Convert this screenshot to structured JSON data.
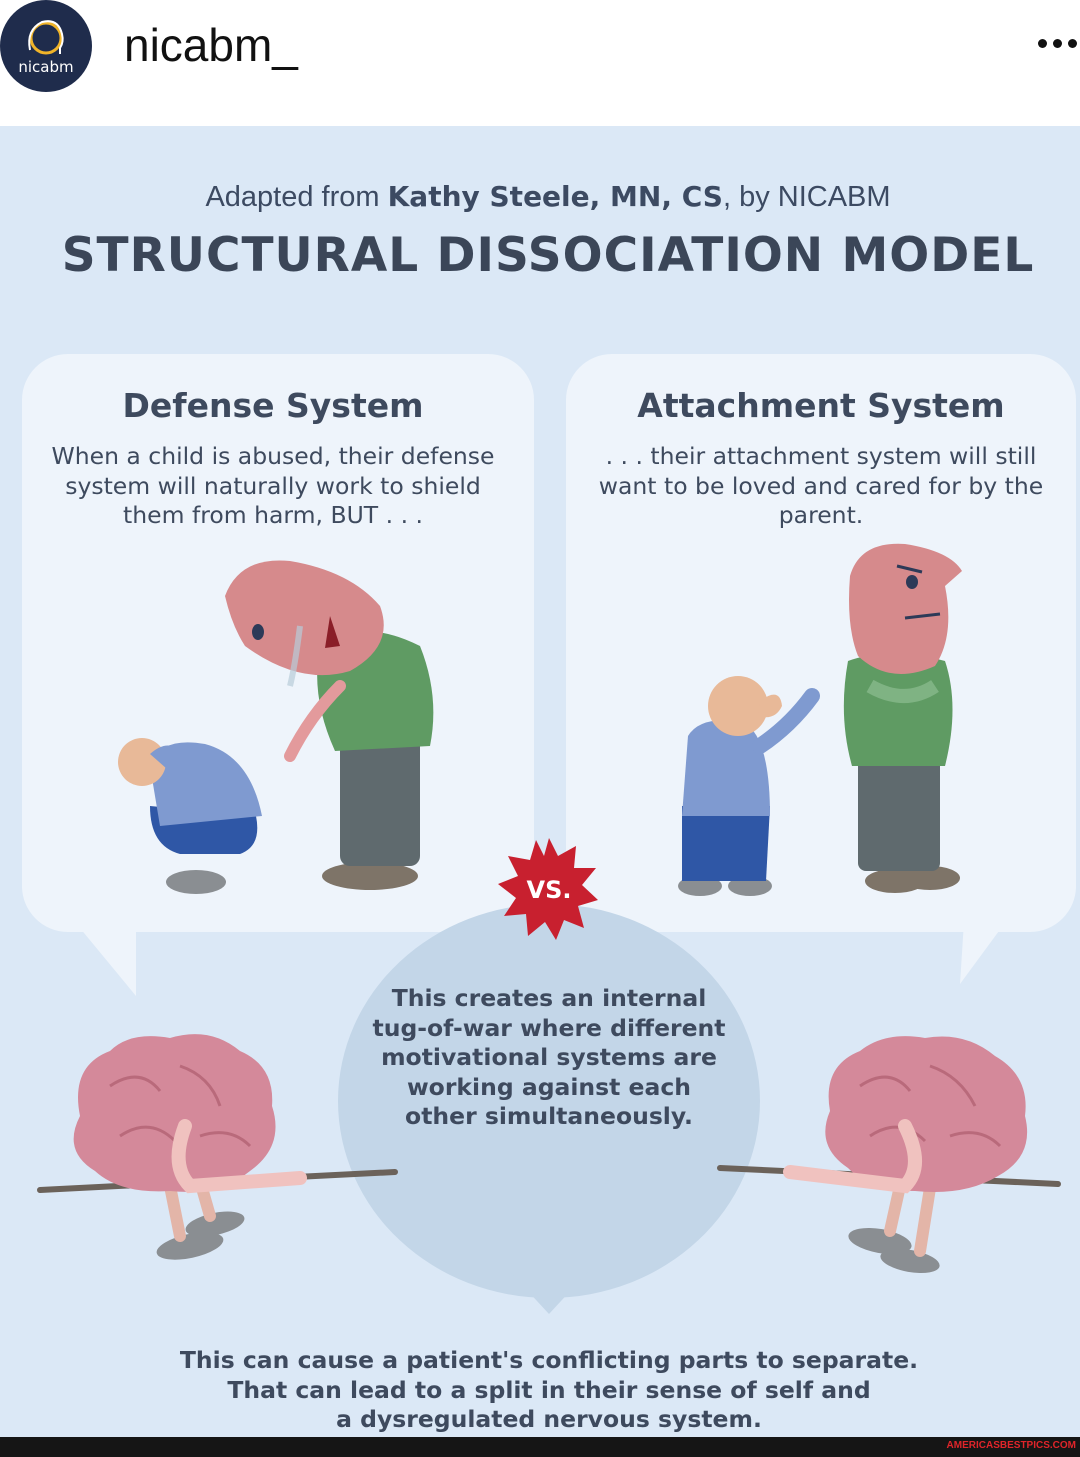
{
  "header": {
    "avatar_label": "nicabm",
    "username": "nicabm_",
    "more_icon": "more-horizontal-icon"
  },
  "infographic": {
    "subtitle": {
      "prefix": "Adapted from ",
      "author": "Kathy Steele, MN, CS",
      "suffix": ", by NICABM"
    },
    "title": "STRUCTURAL DISSOCIATION MODEL",
    "defense": {
      "title": "Defense System",
      "lines": [
        "When a child is abused, their defense",
        "system will naturally work to shield",
        "them from harm, BUT . . ."
      ]
    },
    "attachment": {
      "title": "Attachment System",
      "lines": [
        ". . . their attachment system will still",
        "want to be loved and cared for by the",
        "parent."
      ]
    },
    "vs_label": "VS.",
    "center_lines": [
      "This creates an internal",
      "tug-of-war where different",
      "motivational systems are",
      "working against each",
      "other simultaneously."
    ],
    "bottom_lines": [
      "This can cause a patient's conflicting parts to separate.",
      "That can lead to a split in their sense of self and",
      "a dysregulated nervous system."
    ],
    "colors": {
      "background": "#dbe8f6",
      "bubble": "#eef4fb",
      "text": "#3e4a5e",
      "vs_badge": "#c8202f",
      "brain": "#d4899a"
    }
  },
  "footer": {
    "watermark": "AMERICASBESTPICS.COM"
  }
}
